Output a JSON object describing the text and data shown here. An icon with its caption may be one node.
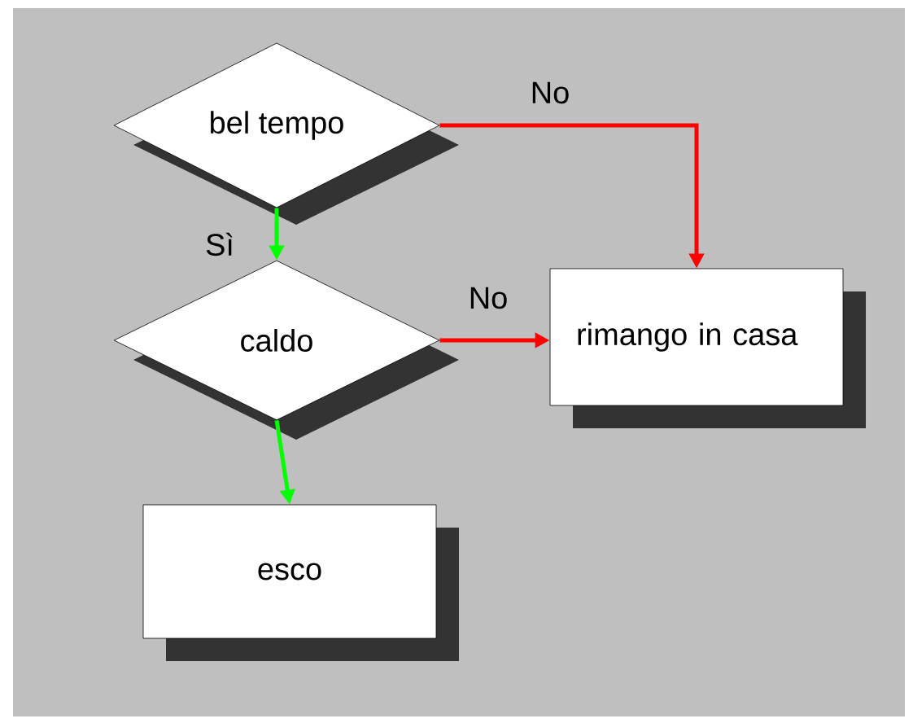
{
  "diagram": {
    "nodes": [
      {
        "text": [
          "bel tempo"
        ]
      },
      {
        "text": [
          "caldo"
        ]
      },
      {
        "text": [
          "rimango in casa"
        ]
      },
      {
        "text": [
          "esco"
        ]
      }
    ],
    "edges": [
      {
        "from": 0,
        "to": 2,
        "arrow": "to",
        "label": "No",
        "color": "#ff0000"
      },
      {
        "from": 0,
        "to": 1,
        "arrow": "to",
        "label": "Sì",
        "color": "#00ff00"
      },
      {
        "from": 1,
        "to": 2,
        "arrow": "to",
        "label": "No",
        "color": "#ff0000"
      },
      {
        "from": 1,
        "to": 3,
        "arrow": "to",
        "color": "#00ff00"
      }
    ]
  }
}
